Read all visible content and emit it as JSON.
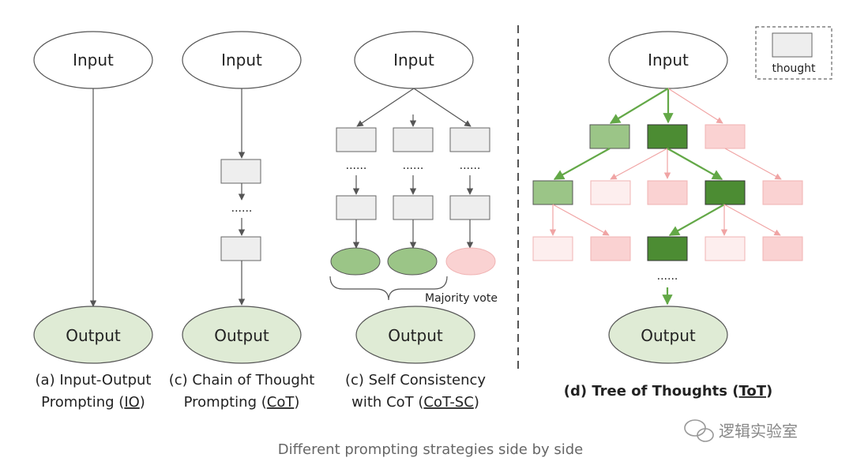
{
  "labels": {
    "input": "Input",
    "output": "Output",
    "ellipsis": "......",
    "majority_vote": "Majority vote",
    "legend_thought": "thought"
  },
  "captions": {
    "io": {
      "line1": "(a) Input-Output",
      "line2_prefix": "Prompting (",
      "line2_link": "IO",
      "line2_suffix": ")"
    },
    "cot": {
      "line1": "(c) Chain of Thought",
      "line2_prefix": "Prompting (",
      "line2_link": "CoT",
      "line2_suffix": ")"
    },
    "cotsc": {
      "line1": "(c) Self Consistency",
      "line2_prefix": "with CoT (",
      "line2_link": "CoT-SC",
      "line2_suffix": ")"
    },
    "tot": {
      "prefix": "(d) Tree of Thoughts (",
      "link": "ToT",
      "suffix": ")"
    }
  },
  "figure_caption": "Different prompting strategies side by side",
  "watermark": "逻辑实验室",
  "colors": {
    "io_fill": "#dfebd5",
    "thought_gray": "#eeeeee",
    "green_light": "#9bc587",
    "green_dark": "#4c8c33",
    "pink_light": "#fad2d2",
    "pink_faint": "#fdeeee",
    "arrow_gray": "#555555",
    "arrow_green": "#63a847",
    "arrow_pink": "#f0a4a4"
  }
}
